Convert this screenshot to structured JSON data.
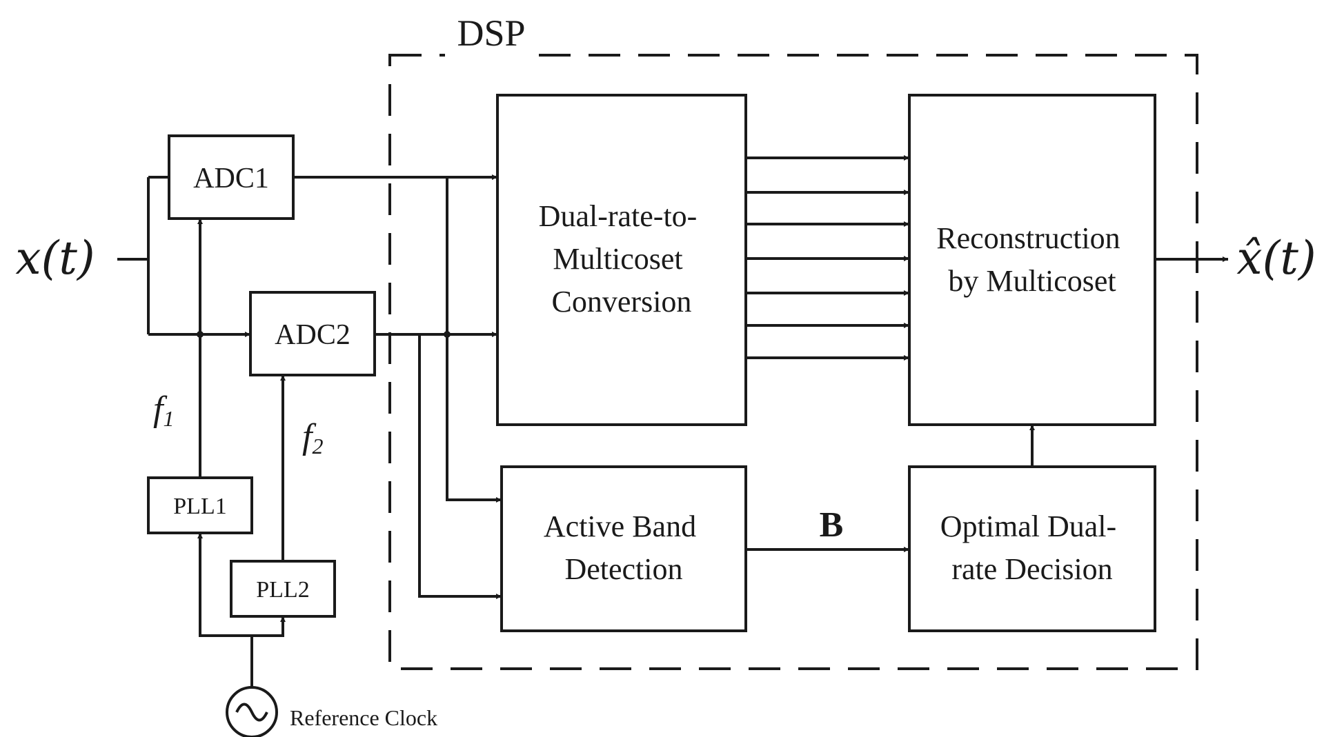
{
  "dsp_label": "DSP",
  "input_signal": "x(t)",
  "output_signal": "x̂(t)",
  "blocks": {
    "adc1": "ADC1",
    "adc2": "ADC2",
    "pll1": "PLL1",
    "pll2": "PLL2",
    "conversion": [
      "Dual-rate-to-",
      "Multicoset",
      "Conversion"
    ],
    "reconstruction": [
      "Reconstruction",
      "by Multicoset"
    ],
    "active_band": [
      "Active Band",
      "Detection"
    ],
    "decision": [
      "Optimal Dual-",
      "rate Decision"
    ]
  },
  "freq_labels": {
    "f1": "f",
    "f1_sub": "1",
    "f2": "f",
    "f2_sub": "2"
  },
  "signal_b": "B",
  "reference_clock": "Reference Clock",
  "parallel_channel_count": 7
}
